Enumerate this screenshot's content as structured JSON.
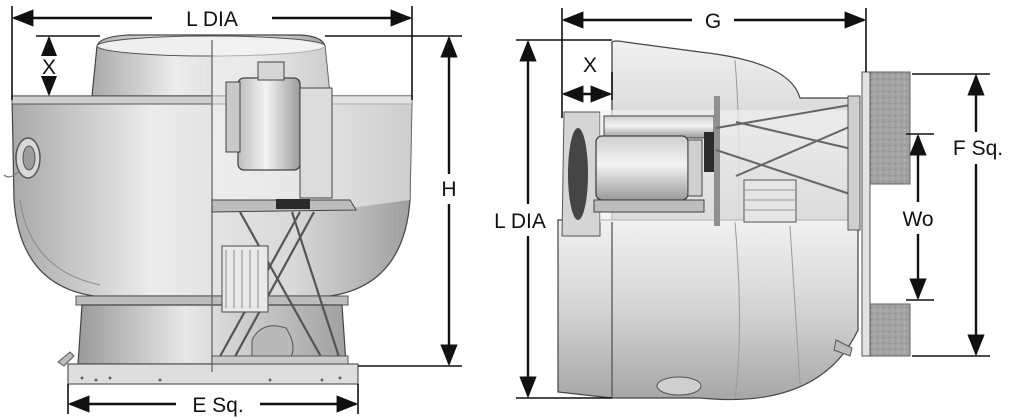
{
  "labels": {
    "side_view": {
      "l_dia": "L DIA",
      "x": "X",
      "h": "H",
      "e_sq": "E Sq."
    },
    "wall_view": {
      "g": "G",
      "x": "X",
      "l_dia": "L DIA",
      "f_sq": "F Sq.",
      "wo": "Wo"
    }
  },
  "colors": {
    "line": "#111111",
    "metal_light": "#e6e6e6",
    "metal_mid": "#c4c4c4",
    "metal_dark": "#8f8f8f",
    "wall": "#9a9a9a"
  }
}
